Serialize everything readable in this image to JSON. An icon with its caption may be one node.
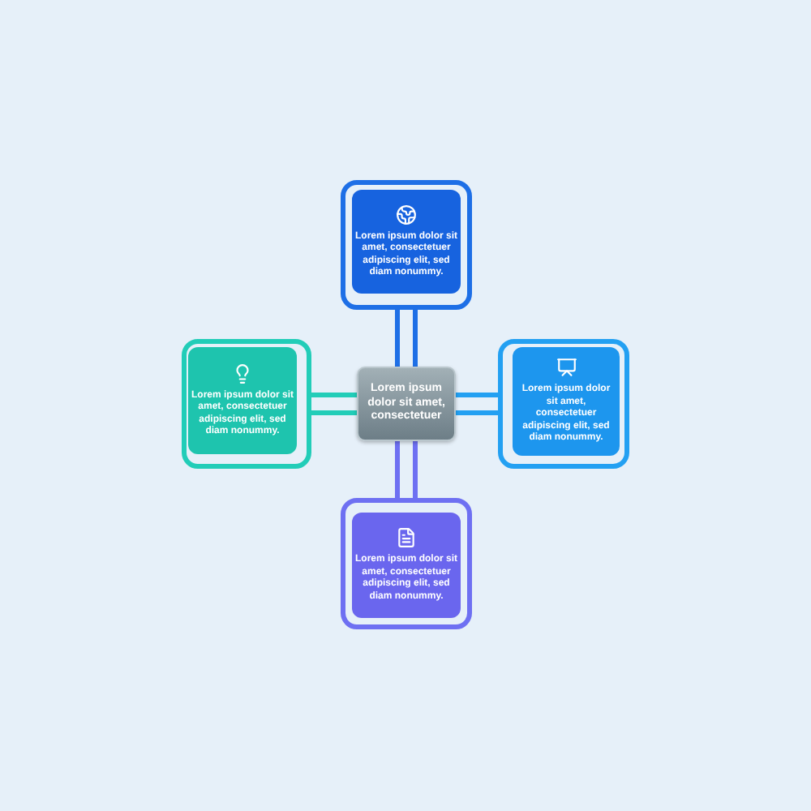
{
  "diagram": {
    "nodes": [
      {
        "text": [
          "Lorem ipsum dolor sit amet, consectetuer adipiscing elit, sed diam nonummy."
        ]
      },
      {
        "text": [
          "Lorem ipsum dolor sit amet, consectetuer adipiscing elit, sed diam nonummy."
        ]
      },
      {
        "text": [
          "Lorem ipsum dolor sit amet, consectetuer"
        ]
      },
      {
        "text": [
          "Lorem ipsum dolor sit amet, consectetuer adipiscing elit, sed diam nonummy."
        ]
      },
      {
        "text": [
          "Lorem ipsum dolor sit amet, consectetuer adipiscing elit, sed diam nonummy."
        ]
      }
    ],
    "edges": [
      {
        "from": 2,
        "to": 0,
        "arrow": "none",
        "color": "#1e6fe6"
      },
      {
        "from": 2,
        "to": 1,
        "arrow": "none",
        "color": "#22cdb8"
      },
      {
        "from": 2,
        "to": 3,
        "arrow": "none",
        "color": "#23a0f2"
      },
      {
        "from": 2,
        "to": 4,
        "arrow": "none",
        "color": "#6e70f2"
      }
    ]
  }
}
